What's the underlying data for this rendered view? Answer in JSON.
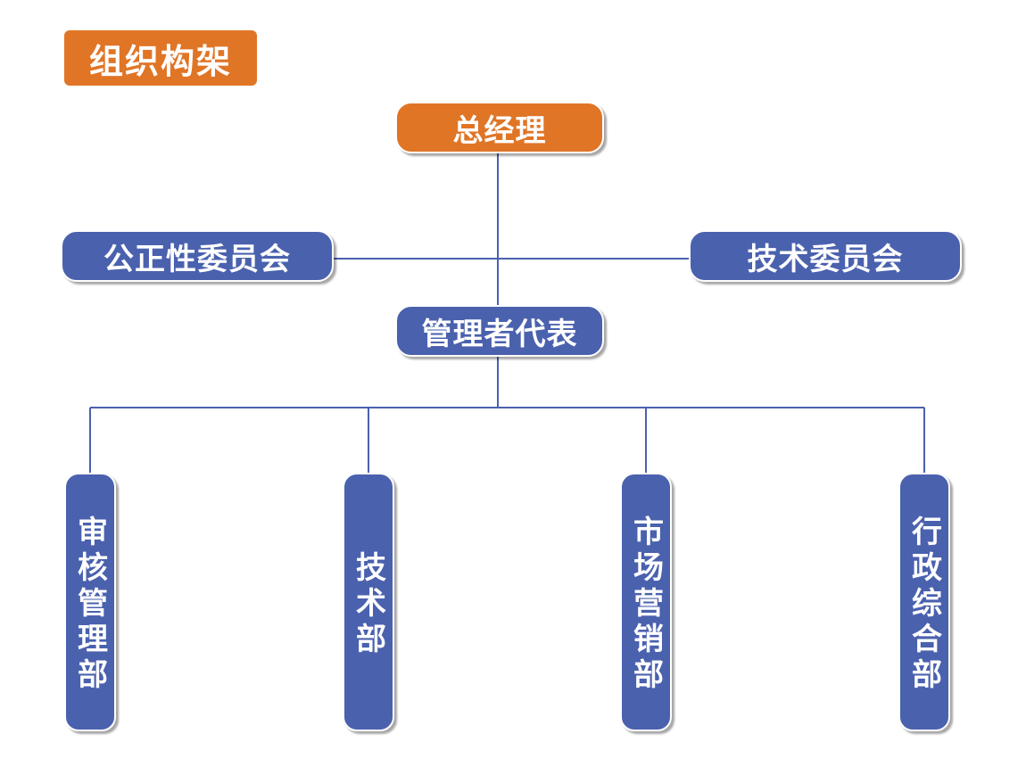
{
  "title": "组织构架",
  "colors": {
    "accent_orange": "#E07526",
    "node_blue": "#4A61AE",
    "connector": "#4A61AE"
  },
  "nodes": {
    "general_manager": "总经理",
    "impartiality_committee": "公正性委员会",
    "technical_committee": "技术委员会",
    "management_representative": "管理者代表",
    "departments": [
      "审核管理部",
      "技术部",
      "市场营销部",
      "行政综合部"
    ]
  }
}
